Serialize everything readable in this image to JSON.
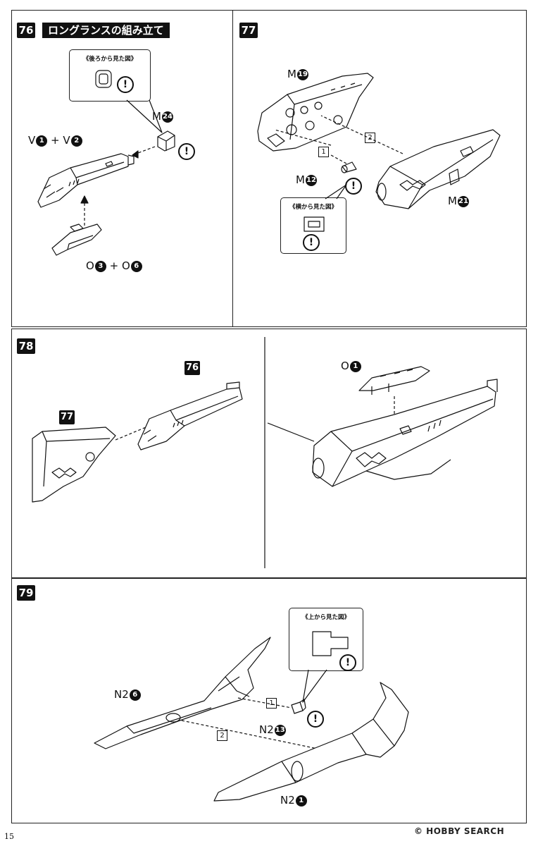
{
  "steps": {
    "s76": {
      "number": "76",
      "title": "ロングランスの組み立て",
      "callout_title": "《後ろから見た図》",
      "labels": {
        "part_m24_letter": "M",
        "part_m24_num": "24",
        "v_a": "V",
        "v_a_num": "1",
        "plus": "+",
        "v_b": "V",
        "v_b_num": "2",
        "o_a": "O",
        "o_a_num": "3",
        "o_b": "O",
        "o_b_num": "6"
      }
    },
    "s77": {
      "number": "77",
      "callout_title": "《横から見た図》",
      "labels": {
        "m19": "M",
        "m19_num": "19",
        "m12": "M",
        "m12_num": "12",
        "m21": "M",
        "m21_num": "21"
      },
      "seq": [
        "1",
        "2"
      ]
    },
    "s78": {
      "number": "78",
      "ref76": "76",
      "ref77": "77",
      "labels": {
        "o1": "O",
        "o1_num": "1"
      }
    },
    "s79": {
      "number": "79",
      "callout_title": "《上から見た図》",
      "labels": {
        "n2_6": "N2",
        "n2_6_num": "6",
        "n2_13": "N2",
        "n2_13_num": "13",
        "n2_1": "N2",
        "n2_1_num": "1"
      },
      "seq": [
        "1",
        "2"
      ]
    }
  },
  "warning_symbol": "!",
  "page_number": "15",
  "watermark": "© HOBBY SEARCH"
}
